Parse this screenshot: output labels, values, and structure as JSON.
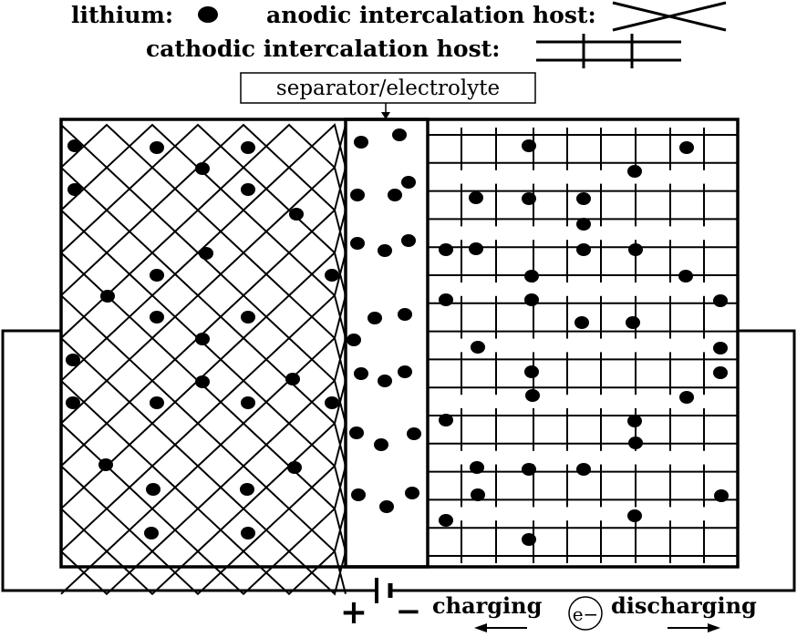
{
  "legend": {
    "lithium_label": "lithium:",
    "anode_label": "anodic intercalation host:",
    "cathode_label": "cathodic intercalation host:"
  },
  "separator_label": "separator/electrolyte",
  "circuit": {
    "plus": "+",
    "minus": "−",
    "charging": "charging",
    "electron": "e−",
    "discharging": "discharging"
  },
  "colors": {
    "ink": "#000000",
    "background": "#ffffff"
  }
}
